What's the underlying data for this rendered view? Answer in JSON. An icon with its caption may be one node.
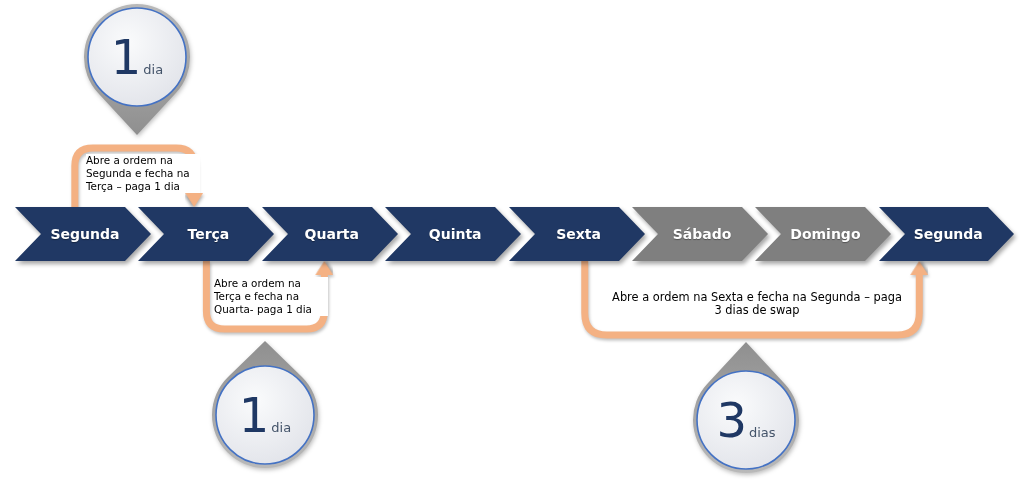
{
  "diagram": {
    "nodes": [
      {
        "text": [
          "1",
          "dia"
        ]
      },
      {
        "text": [
          "Segunda"
        ]
      },
      {
        "text": [
          "Terça"
        ]
      },
      {
        "text": [
          "Quarta"
        ]
      },
      {
        "text": [
          "Quinta"
        ]
      },
      {
        "text": [
          "Sexta"
        ]
      },
      {
        "text": [
          "Sábado"
        ]
      },
      {
        "text": [
          "Domingo"
        ]
      },
      {
        "text": [
          "Segunda"
        ]
      },
      {
        "text": [
          "1",
          "dia"
        ]
      },
      {
        "text": [
          "3",
          "dias"
        ]
      }
    ],
    "edges": [
      {
        "from": 1,
        "to": 2,
        "arrow": "to",
        "label": "Abre a ordem na Segunda e fecha na Terça – paga 1 dia"
      },
      {
        "from": 2,
        "to": 3,
        "arrow": "to",
        "label": "Abre a ordem na Terça e fecha na Quarta- paga 1 dia"
      },
      {
        "from": 5,
        "to": 8,
        "arrow": "to",
        "label": "Abre a ordem na Sexta e fecha na Segunda – paga 3 dias de swap"
      }
    ]
  }
}
